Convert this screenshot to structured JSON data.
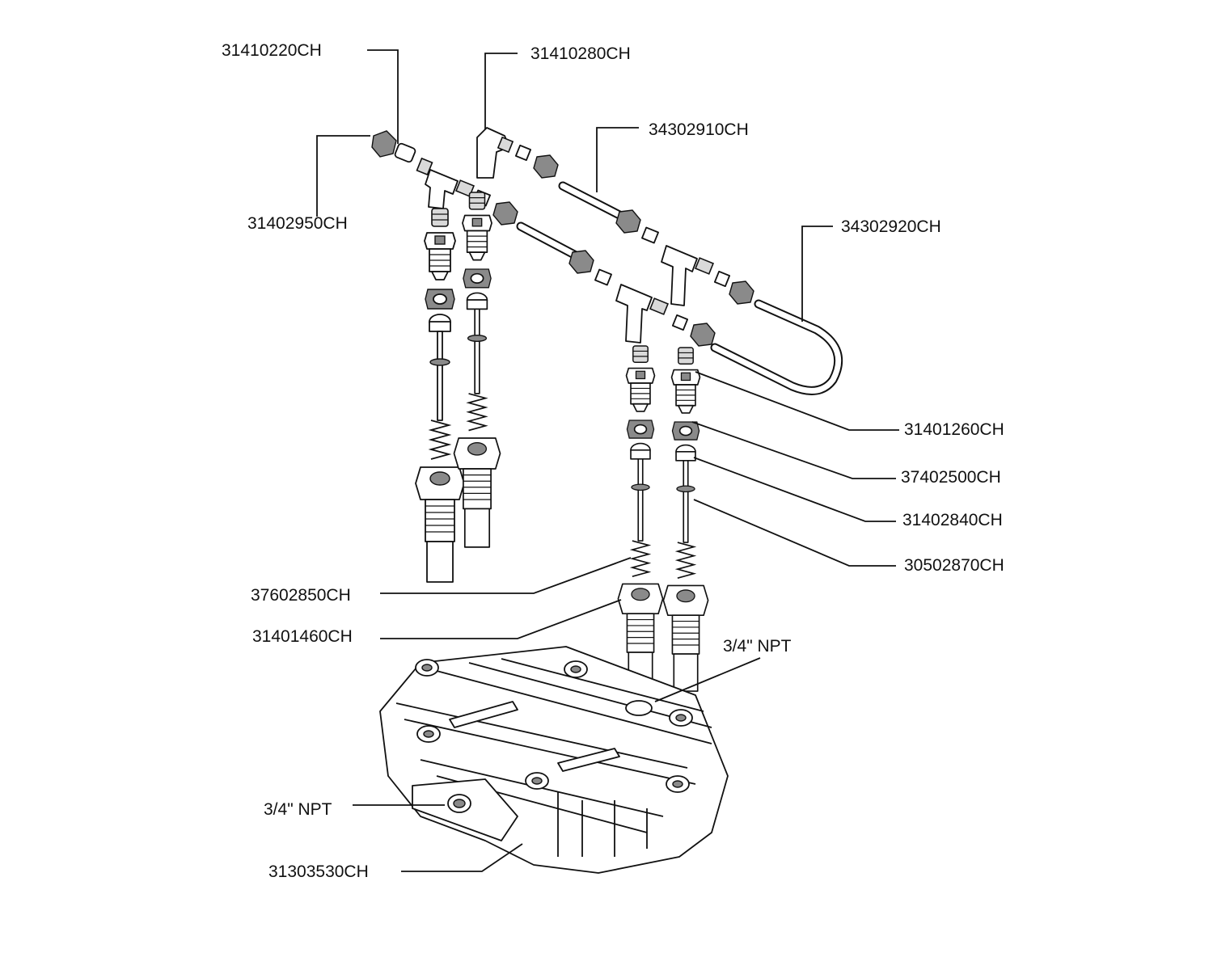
{
  "title": "",
  "labels": {
    "p31410220": "31410220CH",
    "p31410280": "31410280CH",
    "p34302910": "34302910CH",
    "p31402950": "31402950CH",
    "p34302920": "34302920CH",
    "p31401260": "31401260CH",
    "p37402500": "37402500CH",
    "p31402840": "31402840CH",
    "p30502870": "30502870CH",
    "p37602850": "37602850CH",
    "p31401460": "31401460CH",
    "npt_right": "3/4\" NPT",
    "npt_left": "3/4\" NPT",
    "p31303530": "31303530CH"
  }
}
